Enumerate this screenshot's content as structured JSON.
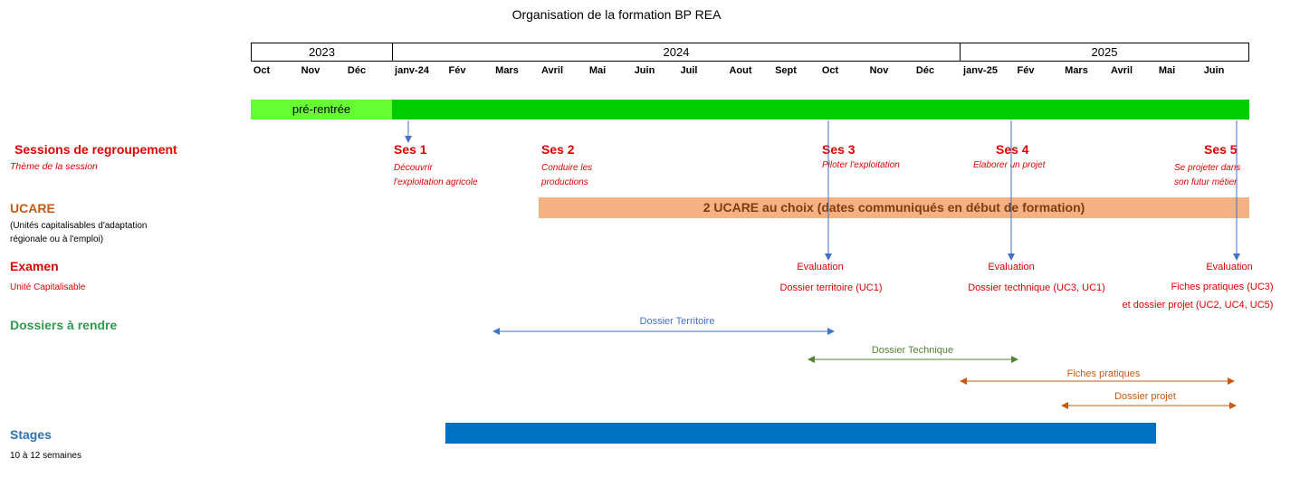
{
  "title": "Organisation de la formation BP REA",
  "years": [
    "2023",
    "2024",
    "2025"
  ],
  "months": [
    "Oct",
    "Nov",
    "Déc",
    "janv-24",
    "Fév",
    "Mars",
    "Avril",
    "Mai",
    "Juin",
    "Juil",
    "Aout",
    "Sept",
    "Oct",
    "Nov",
    "Déc",
    "janv-25",
    "Fév",
    "Mars",
    "Avril",
    "Mai",
    "Juin"
  ],
  "timeline": {
    "prerentree_label": "pré-rentrée",
    "colors": {
      "prerentree": "#66ff33",
      "formation": "#00cc00",
      "ucare": "#f4b183",
      "stage": "#0070c0"
    }
  },
  "sessions": {
    "section_title": "Sessions de regroupement",
    "subtitle": "Thème de la session",
    "items": [
      {
        "name": "Ses 1",
        "theme_line1": "Découvrir",
        "theme_line2": "l'exploitation agricole"
      },
      {
        "name": "Ses 2",
        "theme_line1": "Conduire les",
        "theme_line2": "productions"
      },
      {
        "name": "Ses 3",
        "theme_line1": "Piloter l'exploitation",
        "theme_line2": ""
      },
      {
        "name": "Ses 4",
        "theme_line1": "Elaborer un projet",
        "theme_line2": ""
      },
      {
        "name": "Ses 5",
        "theme_line1": "Se projeter dans",
        "theme_line2": "son futur métier"
      }
    ]
  },
  "ucare": {
    "section_title": "UCARE",
    "subtitle_line1": "(Unités capitalisables d'adaptation",
    "subtitle_line2": "régionale ou à l'emploi)",
    "bar_label": "2 UCARE au choix (dates communiqués en début de formation)"
  },
  "examen": {
    "section_title": "Examen",
    "subtitle": "Unité Capitalisable",
    "items": [
      {
        "label": "Evaluation",
        "detail_line1": "Dossier territoire (UC1)",
        "detail_line2": ""
      },
      {
        "label": "Evaluation",
        "detail_line1": "Dossier tecthnique (UC3, UC1)",
        "detail_line2": ""
      },
      {
        "label": "Evaluation",
        "detail_line1": "Fiches pratiques (UC3)",
        "detail_line2": "et dossier projet (UC2, UC4, UC5)"
      }
    ]
  },
  "dossiers": {
    "section_title": "Dossiers à rendre",
    "items": [
      {
        "label": "Dossier Territoire",
        "color": "#4472c4"
      },
      {
        "label": "Dossier Technique",
        "color": "#548235"
      },
      {
        "label": "Fiches pratiques",
        "color": "#c55a11"
      },
      {
        "label": "Dossier projet",
        "color": "#c55a11"
      }
    ]
  },
  "stages": {
    "section_title": "Stages",
    "subtitle": "10 à 12 semaines"
  }
}
